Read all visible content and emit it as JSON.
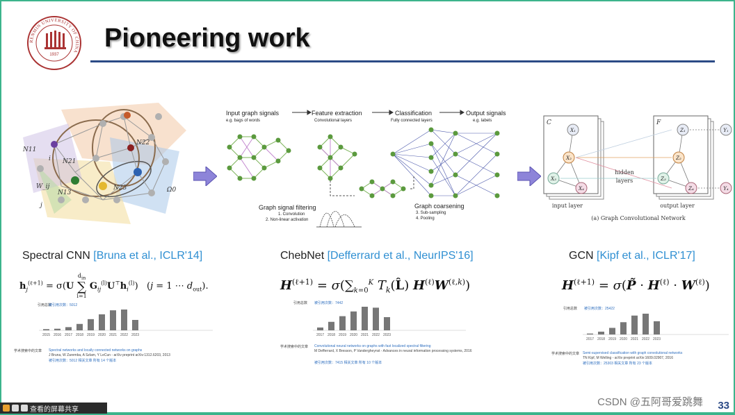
{
  "slide": {
    "title": "Pioneering work",
    "page_number": "33"
  },
  "logo": {
    "text_ring": "RENMIN UNIVERSITY OF CHINA",
    "year": "1937"
  },
  "colors": {
    "accent_frame": "#3cb48c",
    "title_rule": "#2b4a86",
    "cite_blue": "#2f8fd2"
  },
  "fig_spectral": {
    "labels": [
      "N11",
      "N21",
      "N22",
      "N23",
      "N13",
      "i",
      "j",
      "W_ij",
      "Ω0"
    ]
  },
  "fig_chebnet": {
    "input_title": "Input graph signals",
    "input_sub": "e.g. bags of words",
    "feat_title": "Feature extraction",
    "feat_sub": "Convolutional layers",
    "class_title": "Classification",
    "class_sub": "Fully connected layers",
    "out_title": "Output signals",
    "out_sub": "e.g. labels",
    "filter_title": "Graph signal filtering",
    "filter_1": "1. Convolution",
    "filter_2": "2. Non-linear activation",
    "coarse_title": "Graph coarsening",
    "coarse_3": "3. Sub-sampling",
    "coarse_4": "4. Pooling"
  },
  "fig_gcn": {
    "left_label": "C",
    "right_label": "F",
    "hidden": "hidden",
    "layers": "layers",
    "input_layer": "input layer",
    "output_layer": "output layer",
    "caption": "(a) Graph Convolutional Network"
  },
  "sections": [
    {
      "name": "Spectral CNN",
      "cite": "[Bruna et al., ICLR'14]",
      "cite_count_label": "引用总数",
      "cited_by": "被引用次数：5012",
      "years": [
        "2015",
        "2016",
        "2017",
        "2018",
        "2019",
        "2020",
        "2021",
        "2022",
        "2023"
      ],
      "counts": [
        3,
        4,
        8,
        16,
        28,
        40,
        50,
        52,
        26
      ],
      "scholar_label": "学术搜索中的文章",
      "paper_title": "Spectral networks and locally connected networks on graphs",
      "paper_authors": "J Bruna, W Zaremba, A Szlam, Y LeCun - arXiv preprint arXiv:1312.6203, 2013",
      "paper_stats": "被引用次数：5012    相关文章    所有 14 个版本"
    },
    {
      "name": "ChebNet",
      "cite": "[Defferrard et al., NeurIPS'16]",
      "cite_count_label": "引用总数",
      "cited_by": "被引用次数：7442",
      "years": [
        "2017",
        "2018",
        "2019",
        "2020",
        "2021",
        "2022",
        "2023"
      ],
      "counts": [
        6,
        18,
        30,
        40,
        50,
        48,
        28
      ],
      "scholar_label": "学术搜索中的文章",
      "paper_title": "Convolutional neural networks on graphs with fast localized spectral filtering",
      "paper_authors": "M Defferrard, X Bresson, P Vandergheynst - Advances in neural information processing systems, 2016",
      "paper_stats": "被引用次数：7415    相关文章    所有 10 个版本"
    },
    {
      "name": "GCN",
      "cite": "[Kipf et al., ICLR'17]",
      "cite_count_label": "引用总数",
      "cited_by": "被引用次数：25422",
      "years": [
        "2017",
        "2018",
        "2019",
        "2020",
        "2021",
        "2022",
        "2023"
      ],
      "counts": [
        2,
        6,
        14,
        26,
        40,
        44,
        28
      ],
      "scholar_label": "学术搜索中的文章",
      "paper_title": "Semi-supervised classification with graph convolutional networks",
      "paper_authors": "TN Kipf, M Welling - arXiv preprint arXiv:1609.02907, 2016",
      "paper_stats": "被引用次数：25303    相关文章    所有 23 个版本"
    }
  ],
  "taskbar": {
    "label": "查看的屏幕共享"
  },
  "watermark": "CSDN @五阿哥爱跳舞"
}
